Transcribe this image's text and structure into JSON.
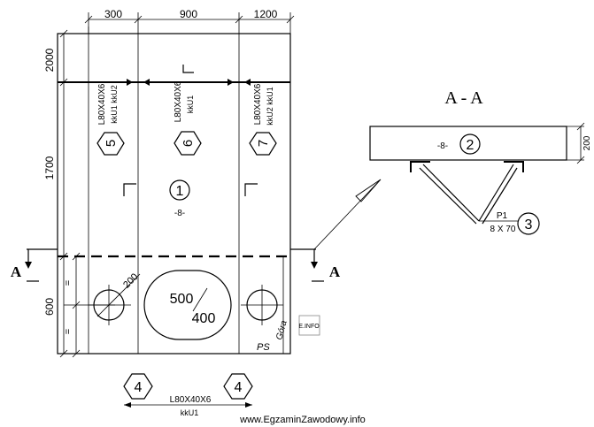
{
  "dimensions": {
    "top_300": "300",
    "top_900": "900",
    "top_1200": "1200",
    "left_2000": "2000",
    "left_1700": "1700",
    "left_600": "600",
    "eq_top": "=",
    "eq_bottom": "=",
    "section_200": "200",
    "hole_200": "200"
  },
  "plate": {
    "number": "1",
    "thickness": "-8-"
  },
  "angles": [
    {
      "number": "5",
      "profile": "L80X40X6",
      "code": "kkU1 kkU2"
    },
    {
      "number": "6",
      "profile": "L80X40X6",
      "code": "kkU1"
    },
    {
      "number": "7",
      "profile": "L80X40X6",
      "code": "kkU2 kkU1"
    }
  ],
  "opening": {
    "width": "500",
    "height": "400"
  },
  "surface_label": "PS",
  "top_label": "Góra",
  "bottom_angle": {
    "number_left": "4",
    "number_right": "4",
    "profile": "L80X40X6",
    "code": "kkU1"
  },
  "section": {
    "title": "A - A",
    "marker_left": "A",
    "marker_right": "A",
    "plate_number": "2",
    "thickness": "-8-",
    "flat_number": "3",
    "flat_mark": "P1",
    "flat_size": "8 X 70"
  },
  "watermark": "www.EgzaminZawodowy.info",
  "logo_text": "E.INFO"
}
